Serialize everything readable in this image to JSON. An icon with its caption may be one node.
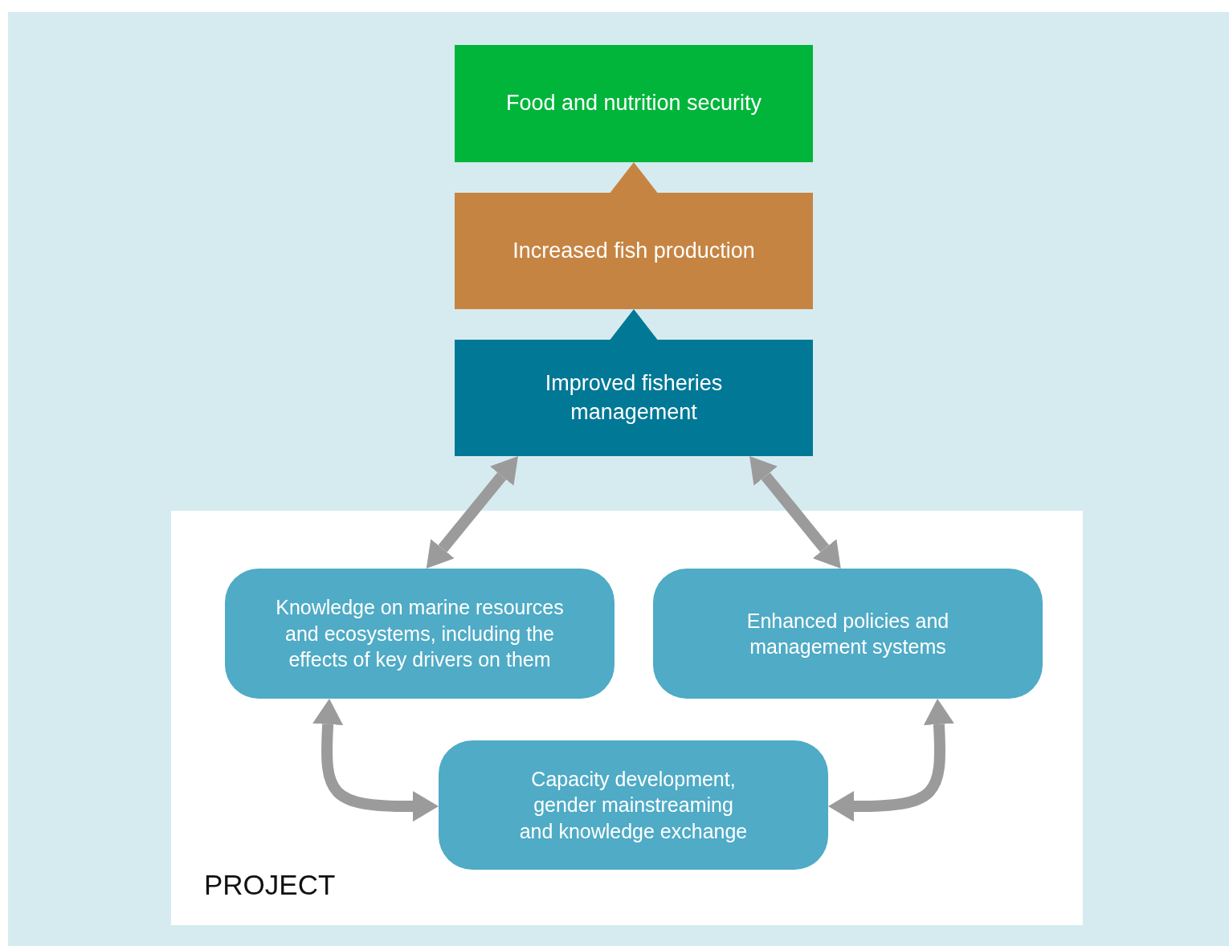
{
  "diagram": {
    "nodes": [
      {
        "text": [
          "Food and nutrition security"
        ]
      },
      {
        "text": [
          "Increased fish production"
        ]
      },
      {
        "text": [
          "Improved fisheries management"
        ]
      },
      {
        "text": [
          "PROJECT"
        ]
      },
      {
        "text": [
          "Knowledge on marine resources and ecosystems, including the effects of key drivers on them"
        ],
        "in": 3
      },
      {
        "text": [
          "Enhanced policies and management systems"
        ],
        "in": 3
      },
      {
        "text": [
          "Capacity development, gender mainstreaming and knowledge exchange"
        ],
        "in": 3
      }
    ],
    "edges": [
      {
        "from": 1,
        "to": 0,
        "arrow": "to",
        "style": "thick",
        "color": "#c68442"
      },
      {
        "from": 2,
        "to": 1,
        "arrow": "to",
        "style": "thick",
        "color": "#007896"
      },
      {
        "from": 4,
        "to": 2,
        "arrow": "both"
      },
      {
        "from": 2,
        "to": 5,
        "arrow": "both"
      },
      {
        "from": 4,
        "to": 6,
        "arrow": "both"
      },
      {
        "from": 5,
        "to": 6,
        "arrow": "both"
      }
    ]
  }
}
